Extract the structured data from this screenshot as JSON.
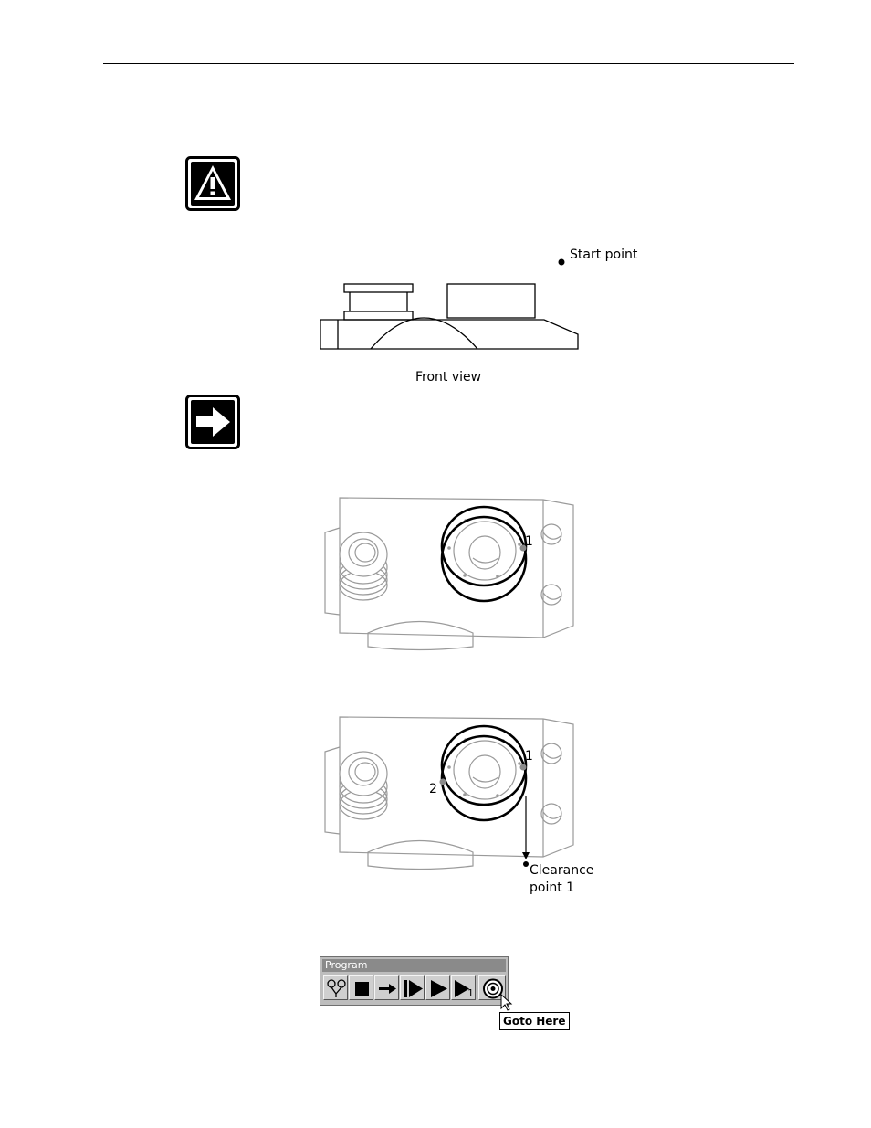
{
  "figures": {
    "front_view": {
      "start_point_label": "Start point",
      "caption": "Front view"
    },
    "part_view_1": {
      "point_label_1": "1"
    },
    "part_view_2": {
      "point_label_1": "1",
      "point_label_2": "2",
      "clearance_label_line1": "Clearance",
      "clearance_label_line2": "point 1"
    }
  },
  "icons": {
    "warning": "warning-icon",
    "note": "note-arrow-icon"
  },
  "program_toolbar": {
    "title": "Program",
    "buttons": [
      {
        "icon": "branch-icon"
      },
      {
        "icon": "stop-icon"
      },
      {
        "icon": "step-arrow-icon"
      },
      {
        "icon": "run-from-start-icon"
      },
      {
        "icon": "play-icon"
      },
      {
        "icon": "run-single-icon",
        "badge": "1"
      },
      {
        "icon": "goto-here-icon"
      }
    ],
    "tooltip": "Goto Here"
  }
}
